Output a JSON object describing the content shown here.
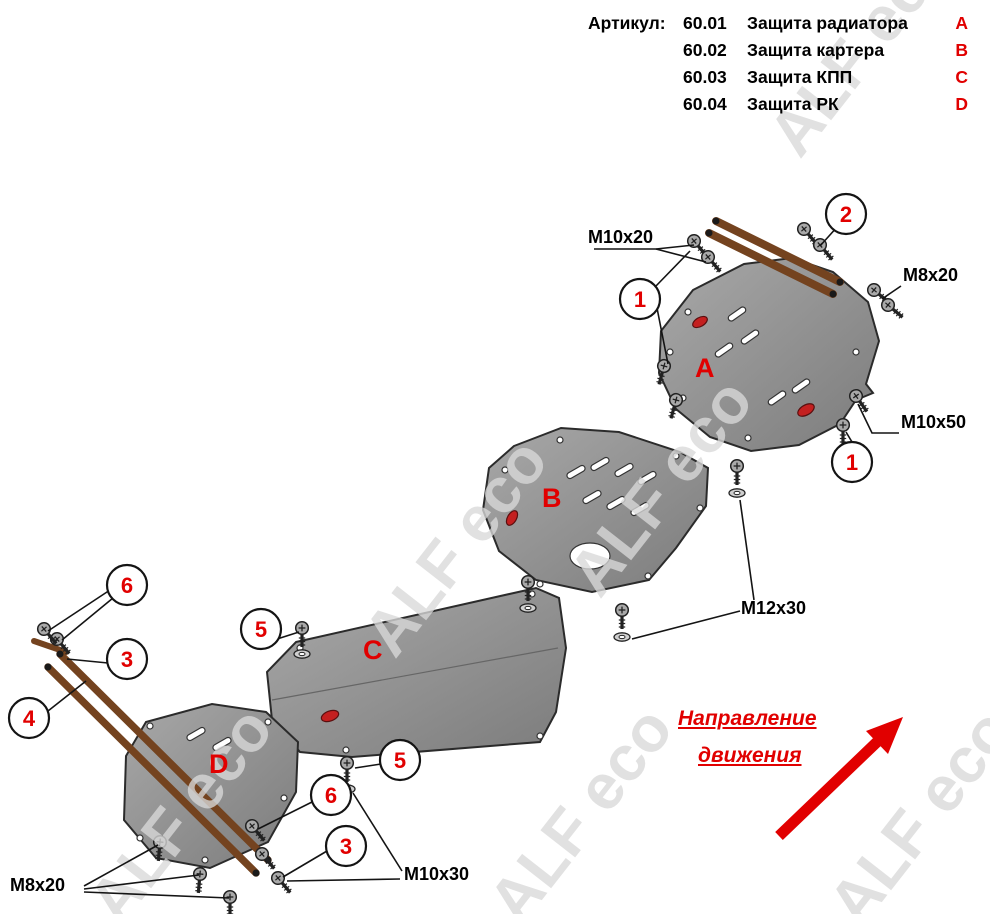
{
  "parts_list": {
    "label": "Артикул:",
    "items": [
      {
        "code": "60.01",
        "name": "Защита радиатора",
        "letter": "A"
      },
      {
        "code": "60.02",
        "name": "Защита картера",
        "letter": "B"
      },
      {
        "code": "60.03",
        "name": "Защита КПП",
        "letter": "C"
      },
      {
        "code": "60.04",
        "name": "Защита РК",
        "letter": "D"
      }
    ]
  },
  "plate_labels": {
    "a": "A",
    "b": "B",
    "c": "C",
    "d": "D"
  },
  "callouts": {
    "n1": "1",
    "n2": "2",
    "n3": "3",
    "n4": "4",
    "n5": "5",
    "n6": "6"
  },
  "fastener_labels": {
    "m10x20": "M10x20",
    "m8x20": "M8x20",
    "m10x50": "M10x50",
    "m12x30": "M12x30",
    "m10x30": "M10x30"
  },
  "direction_arrow": {
    "line1": "Направление",
    "line2": "движения"
  },
  "watermark_text": "ALF eco",
  "colors": {
    "accent_red": "#e10000",
    "plate_gray": "#8f8f8f",
    "bar_brown": "#74431f",
    "watermark_gray": "#d9d9d9"
  }
}
